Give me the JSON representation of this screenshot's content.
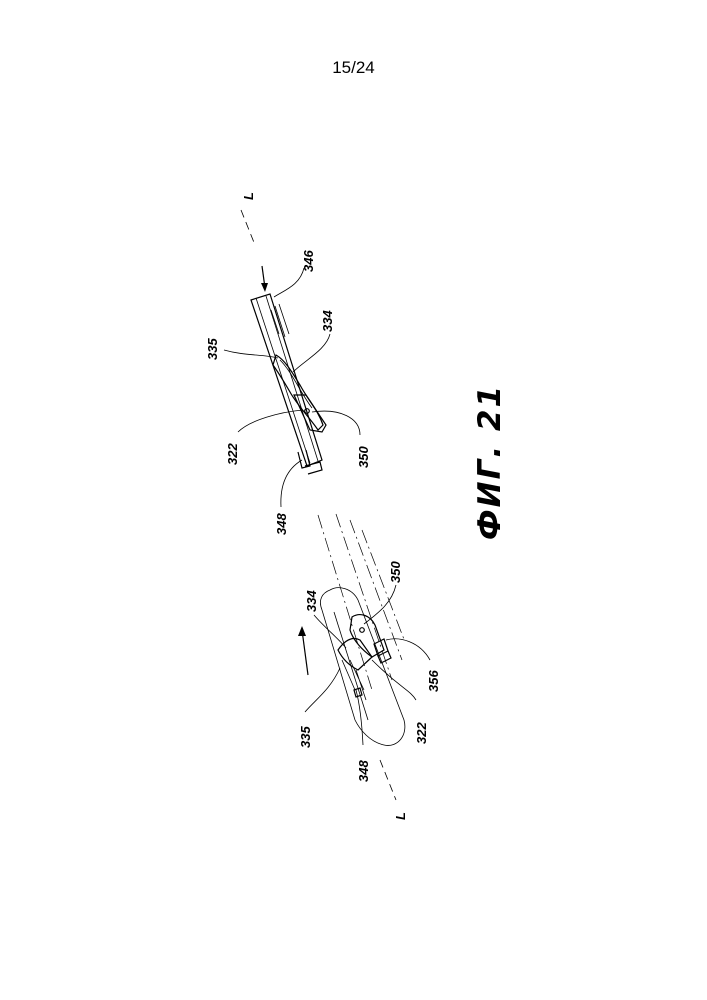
{
  "page_number": "15/24",
  "figure_label": "ФИГ. 21",
  "upper_assembly": {
    "axis_label": "L",
    "labels": {
      "r346": "346",
      "r334": "334",
      "r335": "335",
      "r322": "322",
      "r350": "350",
      "r348": "348"
    }
  },
  "lower_assembly": {
    "axis_label": "L",
    "labels": {
      "r350": "350",
      "r334": "334",
      "r356": "356",
      "r322": "322",
      "r335": "335",
      "r348": "348"
    }
  }
}
